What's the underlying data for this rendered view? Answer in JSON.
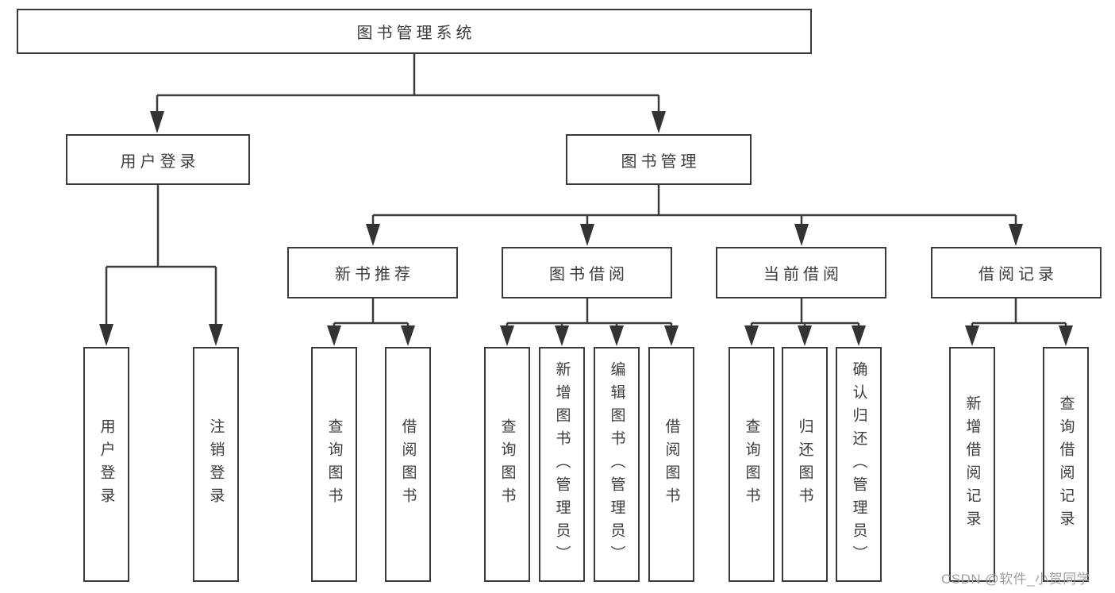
{
  "title": "图书管理系统",
  "watermark": "CSDN @软件_小贺同学",
  "colors": {
    "line": "#3b3b3b",
    "text": "#3c3c3c",
    "box_background": "#ffffff",
    "page_background": "#ffffff",
    "watermark": "#a0a0a0"
  },
  "tree": {
    "label": "图书管理系统",
    "children": [
      {
        "label": "用户登录",
        "children": [
          {
            "label": "用户登录"
          },
          {
            "label": "注销登录"
          }
        ]
      },
      {
        "label": "图书管理",
        "children": [
          {
            "label": "新书推荐",
            "children": [
              {
                "label": "查询图书"
              },
              {
                "label": "借阅图书"
              }
            ]
          },
          {
            "label": "图书借阅",
            "children": [
              {
                "label": "查询图书"
              },
              {
                "label": "新增图书（管理员）"
              },
              {
                "label": "编辑图书（管理员）"
              },
              {
                "label": "借阅图书"
              }
            ]
          },
          {
            "label": "当前借阅",
            "children": [
              {
                "label": "查询图书"
              },
              {
                "label": "归还图书"
              },
              {
                "label": "确认归还（管理员）"
              }
            ]
          },
          {
            "label": "借阅记录",
            "children": [
              {
                "label": "新增借阅记录"
              },
              {
                "label": "查询借阅记录"
              }
            ]
          }
        ]
      }
    ]
  }
}
